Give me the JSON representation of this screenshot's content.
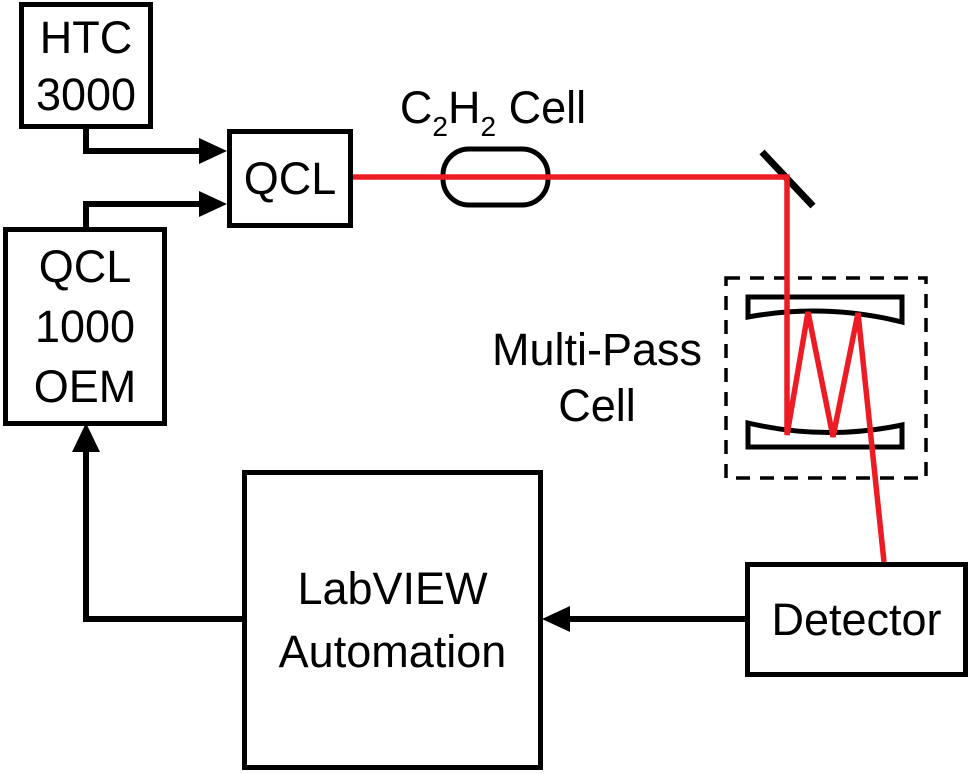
{
  "boxes": {
    "htc3000": {
      "lines": [
        "HTC",
        "3000"
      ]
    },
    "qcl": {
      "label": "QCL"
    },
    "qcl1000oem": {
      "lines": [
        "QCL",
        "1000",
        "OEM"
      ]
    },
    "labview": {
      "lines": [
        "LabVIEW",
        "Automation"
      ]
    },
    "detector": {
      "label": "Detector"
    }
  },
  "labels": {
    "gas_cell": {
      "element1": "C",
      "sub1": "2",
      "element2": "H",
      "sub2": "2",
      "suffix": " Cell"
    },
    "multipass": {
      "lines": [
        "Multi-Pass",
        "Cell"
      ]
    }
  },
  "colors": {
    "beam": "#ED1C24",
    "line": "#000000"
  }
}
